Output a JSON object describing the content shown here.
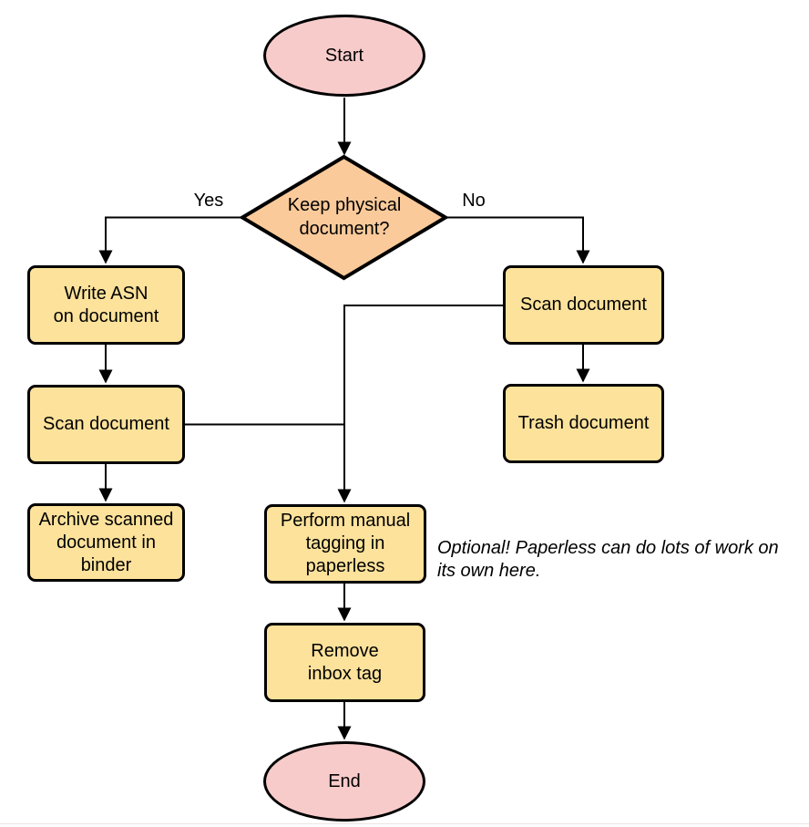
{
  "diagram": {
    "type": "flowchart",
    "nodes": {
      "start": {
        "label": "Start",
        "shape": "terminator"
      },
      "decision": {
        "label": "Keep physical\ndocument?",
        "shape": "decision"
      },
      "write_asn": {
        "label": "Write ASN\non document",
        "shape": "process"
      },
      "scan_left": {
        "label": "Scan document",
        "shape": "process"
      },
      "archive": {
        "label": "Archive scanned\ndocument in\nbinder",
        "shape": "process"
      },
      "scan_right": {
        "label": "Scan document",
        "shape": "process"
      },
      "trash": {
        "label": "Trash document",
        "shape": "process"
      },
      "tagging": {
        "label": "Perform manual\ntagging in\npaperless",
        "shape": "process"
      },
      "remove_inbox": {
        "label": "Remove\ninbox tag",
        "shape": "process"
      },
      "end": {
        "label": "End",
        "shape": "terminator"
      }
    },
    "edge_labels": {
      "yes": "Yes",
      "no": "No"
    },
    "annotation": {
      "line1": "Optional! Paperless can do lots of work on",
      "line2": "its own here.",
      "full_text": "Optional! Paperless can do lots of work on its own here."
    },
    "colors": {
      "terminator_fill": "#F8CBCB",
      "process_fill": "#FCE29B",
      "decision_fill": "#FACA9A",
      "stroke": "#000000",
      "text": "#000000"
    }
  }
}
